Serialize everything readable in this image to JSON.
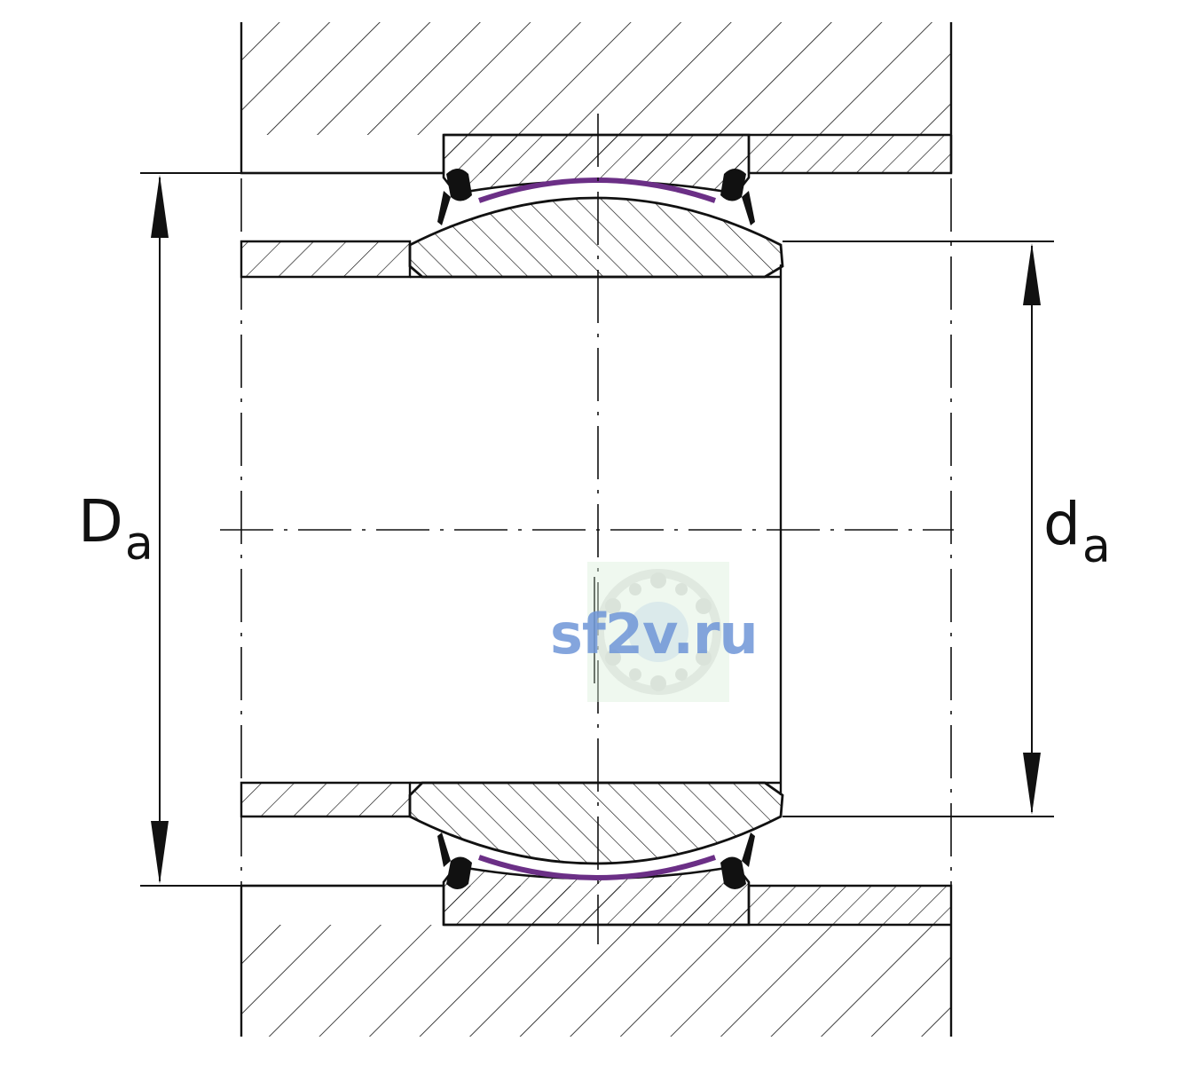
{
  "diagram": {
    "outer_diameter_label": {
      "main": "D",
      "sub": "a"
    },
    "inner_diameter_label": {
      "main": "d",
      "sub": "a"
    }
  },
  "watermark": {
    "text": "sf2v.ru"
  },
  "colors": {
    "line": "#111111",
    "seal": "#111111",
    "sliding_layer": "#6b2f86",
    "watermark_text": "#6f96d8",
    "background": "#ffffff"
  },
  "icons": [
    "bearing-logo-icon"
  ]
}
